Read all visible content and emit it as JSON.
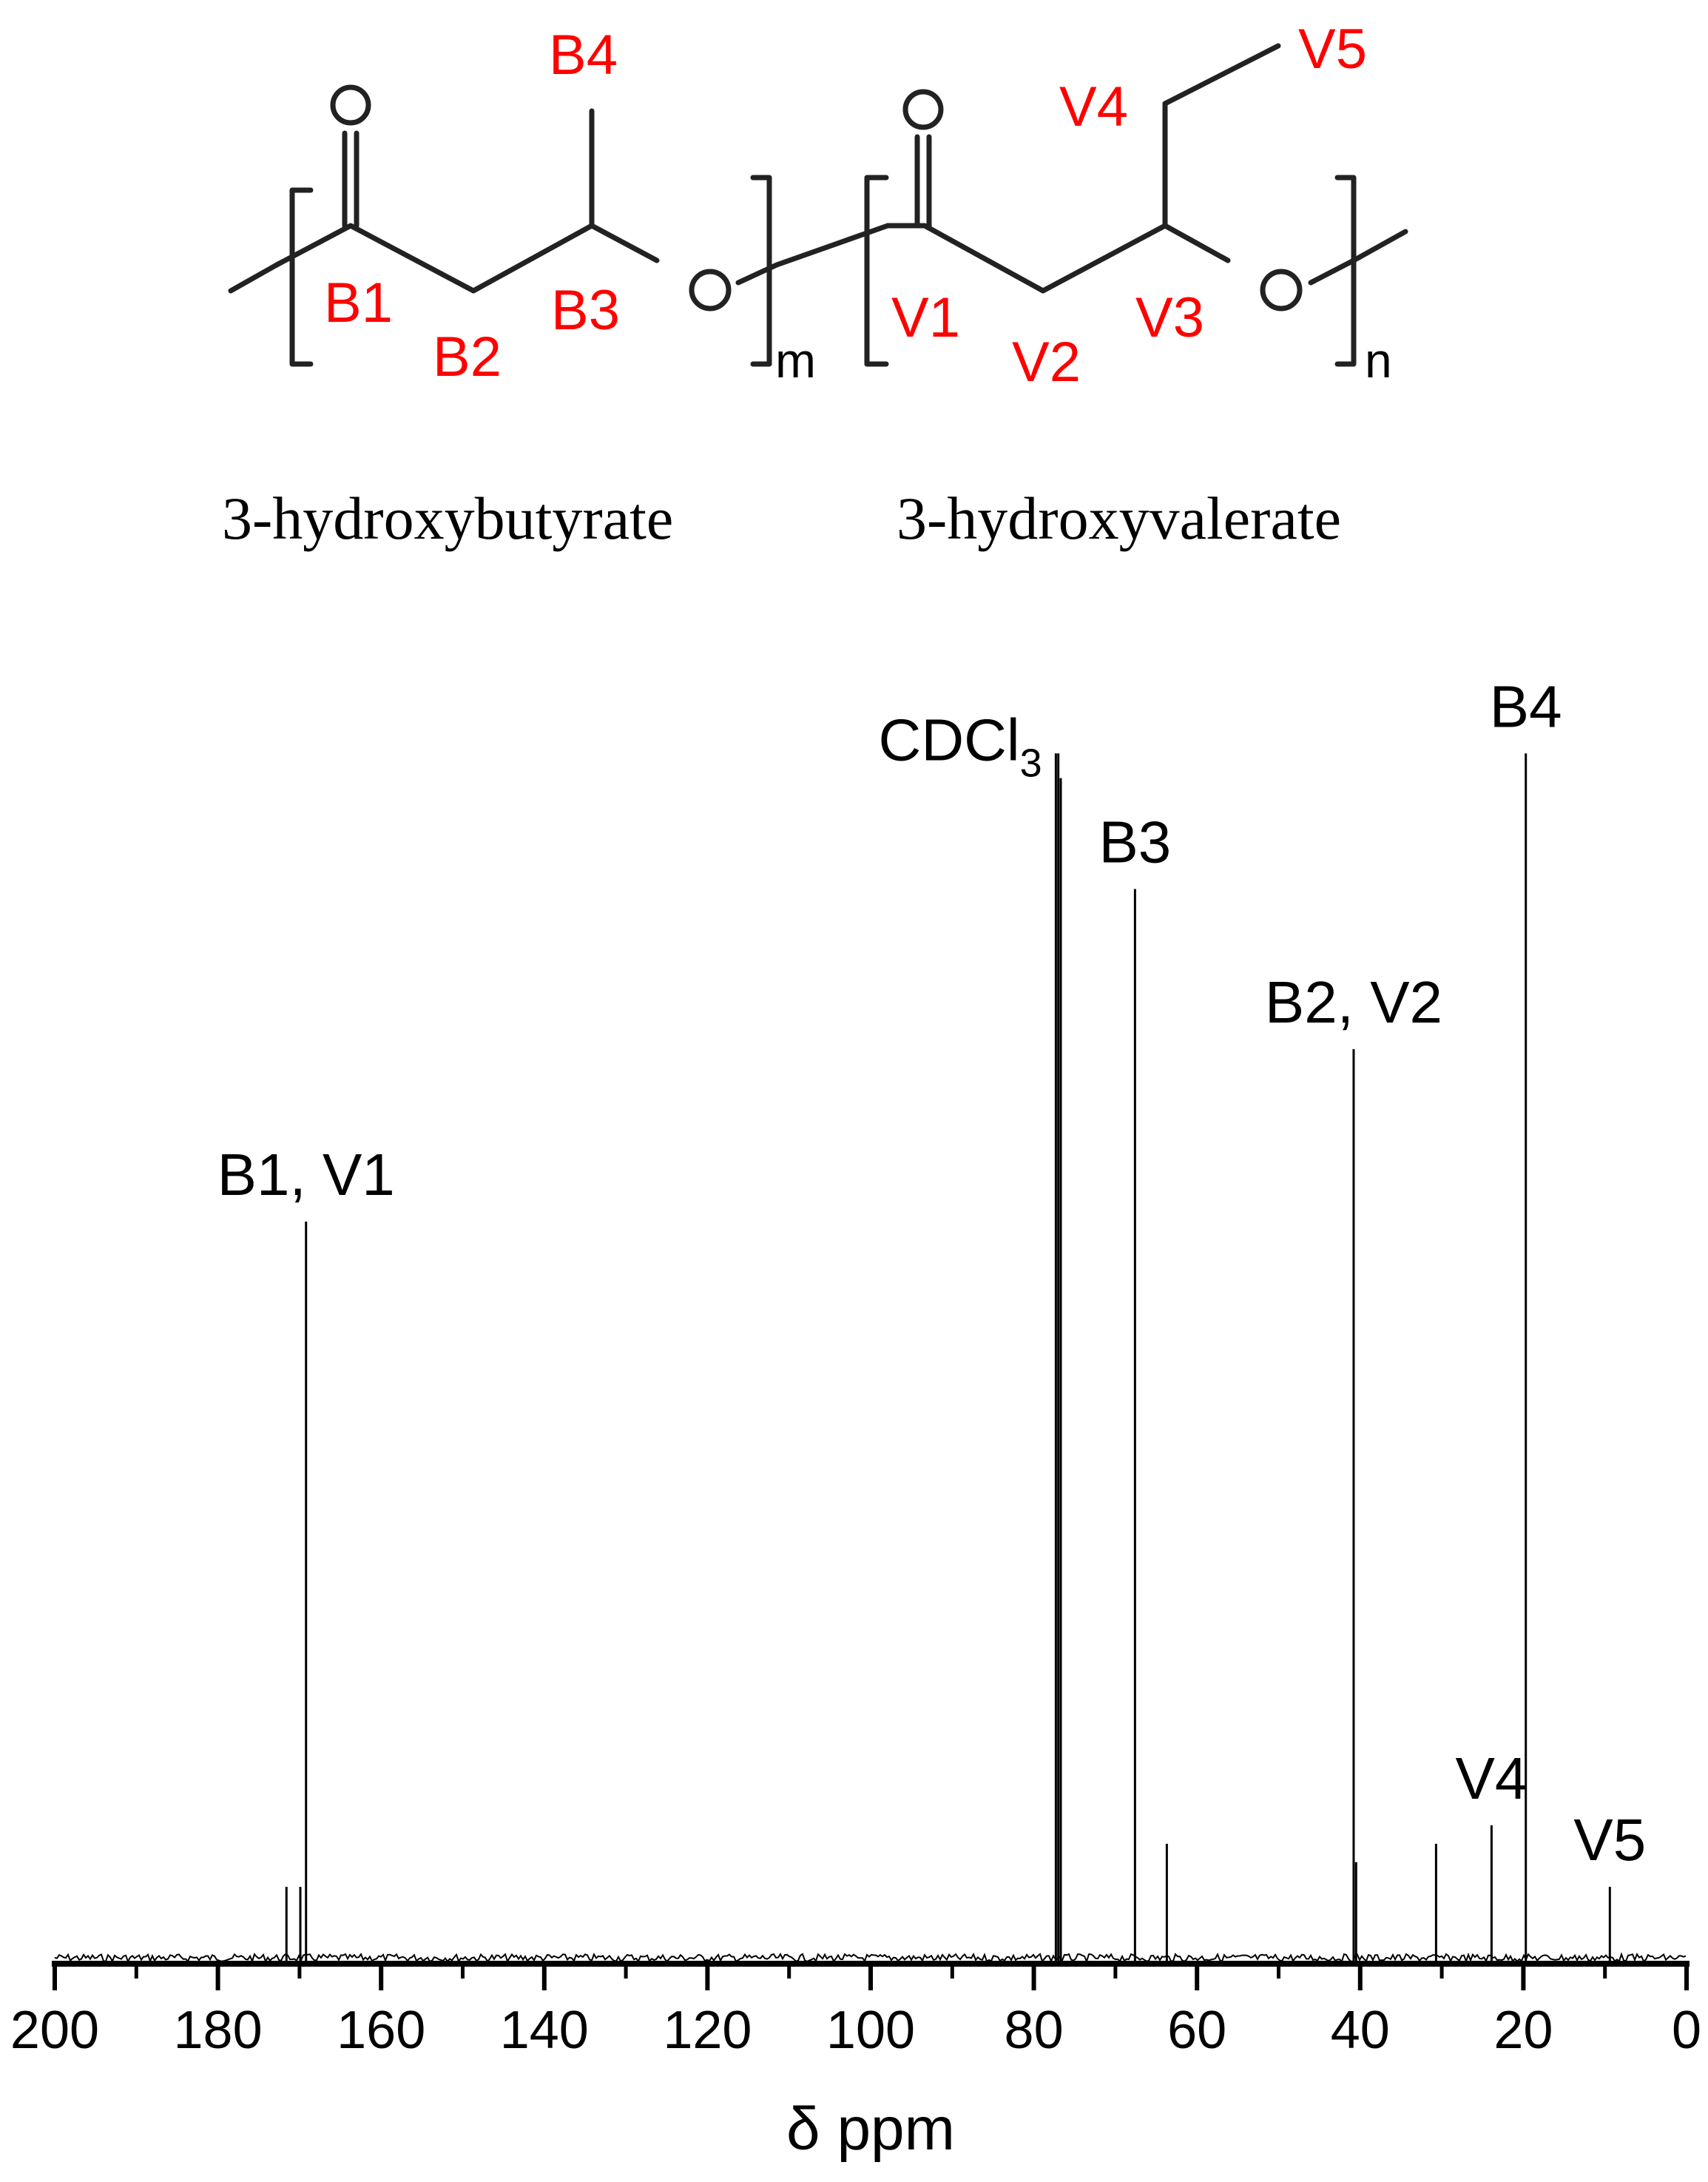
{
  "structure": {
    "labels": {
      "B1": "B1",
      "B2": "B2",
      "B3": "B3",
      "B4": "B4",
      "V1": "V1",
      "V2": "V2",
      "V3": "V3",
      "V4": "V4",
      "V5": "V5"
    },
    "oxygen": "O",
    "subscript_m": "m",
    "subscript_n": "n",
    "unit_names": [
      "3-hydroxybutyrate",
      "3-hydroxyvalerate"
    ],
    "label_color": "#ff0000"
  },
  "chart_data": {
    "type": "line",
    "xlabel": "δ ppm",
    "xlim": [
      200,
      0
    ],
    "x_reversed": true,
    "ylim": [
      0,
      1
    ],
    "xticks": [
      200,
      180,
      160,
      140,
      120,
      100,
      80,
      60,
      40,
      20,
      0
    ],
    "yaxis_visible": false,
    "grid": false,
    "line_color": "#000000",
    "peaks": [
      {
        "x": 171.6,
        "y": 0.06
      },
      {
        "x": 169.9,
        "y": 0.06
      },
      {
        "x": 169.2,
        "y": 0.6
      },
      {
        "x": 77.3,
        "y": 0.98
      },
      {
        "x": 77.0,
        "y": 0.98
      },
      {
        "x": 76.7,
        "y": 0.96
      },
      {
        "x": 67.6,
        "y": 0.87
      },
      {
        "x": 63.7,
        "y": 0.095
      },
      {
        "x": 40.8,
        "y": 0.74
      },
      {
        "x": 40.5,
        "y": 0.08
      },
      {
        "x": 30.7,
        "y": 0.095
      },
      {
        "x": 23.9,
        "y": 0.11
      },
      {
        "x": 19.7,
        "y": 0.98
      },
      {
        "x": 9.4,
        "y": 0.06
      }
    ],
    "annotations": [
      {
        "text": "B1, V1",
        "x": 169.2
      },
      {
        "text": "CDCl",
        "sub": "3",
        "x": 77.0
      },
      {
        "text": "B3",
        "x": 67.6
      },
      {
        "text": "B2, V2",
        "x": 40.8
      },
      {
        "text": "V4",
        "x": 23.9
      },
      {
        "text": "B4",
        "x": 19.7
      },
      {
        "text": "V5",
        "x": 9.4
      }
    ]
  }
}
